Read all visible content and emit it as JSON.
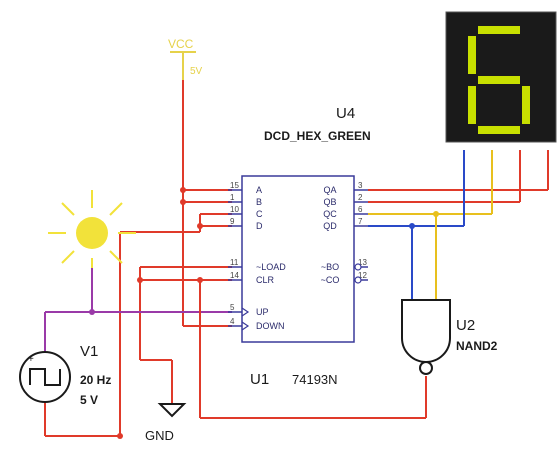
{
  "colors": {
    "wire_red": "#e03a2a",
    "wire_purple": "#9a3aa8",
    "wire_yellow": "#e8c01e",
    "wire_blue": "#2a4ac8",
    "chip_outline": "#3a3a9a",
    "display_bg": "#1a1a1a",
    "segment_on": "#c8e000",
    "vcc_color": "#e6d24a",
    "probe_color": "#f2e23a"
  },
  "vcc": {
    "label": "VCC",
    "voltage": "5V"
  },
  "display": {
    "ref": "U4",
    "model": "DCD_HEX_GREEN",
    "digit": "6"
  },
  "counter": {
    "ref": "U1",
    "model": "74193N",
    "left_pins": [
      {
        "num": "15",
        "name": "A"
      },
      {
        "num": "1",
        "name": "B"
      },
      {
        "num": "10",
        "name": "C"
      },
      {
        "num": "9",
        "name": "D"
      },
      {
        "num": "11",
        "name": "~LOAD"
      },
      {
        "num": "14",
        "name": "CLR"
      },
      {
        "num": "5",
        "name": "UP"
      },
      {
        "num": "4",
        "name": "DOWN"
      }
    ],
    "right_pins": [
      {
        "num": "3",
        "name": "QA"
      },
      {
        "num": "2",
        "name": "QB"
      },
      {
        "num": "6",
        "name": "QC"
      },
      {
        "num": "7",
        "name": "QD"
      },
      {
        "num": "13",
        "name": "~BO"
      },
      {
        "num": "12",
        "name": "~CO"
      }
    ]
  },
  "gate": {
    "ref": "U2",
    "model": "NAND2"
  },
  "source": {
    "ref": "V1",
    "frequency": "20 Hz",
    "amplitude": "5 V"
  },
  "ground": {
    "label": "GND"
  }
}
